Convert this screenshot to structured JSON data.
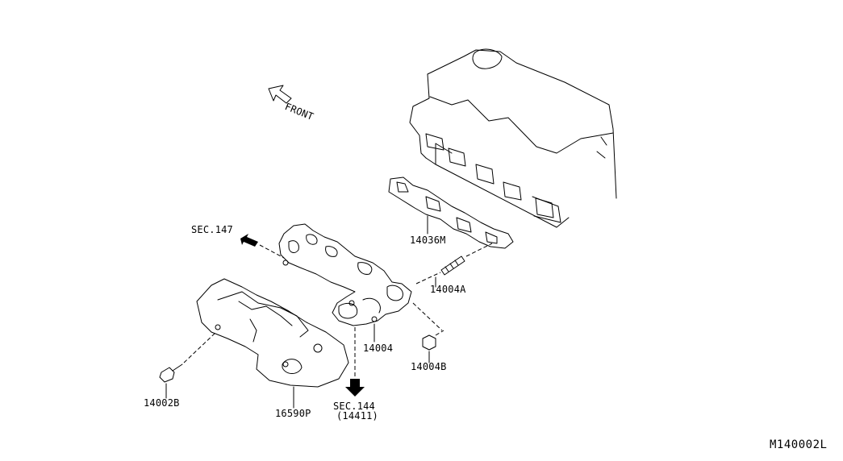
{
  "diagram": {
    "orientation_label": "FRONT",
    "parts": [
      {
        "label": "14036M"
      },
      {
        "label": "14004A"
      },
      {
        "label": "14004"
      },
      {
        "label": "14004B"
      },
      {
        "label": "14002B"
      },
      {
        "label": "16590P"
      }
    ],
    "section_refs": [
      {
        "label": "SEC.147"
      },
      {
        "label": "SEC.144",
        "sub": "(14411)"
      }
    ],
    "figure_code": "M140002L"
  }
}
